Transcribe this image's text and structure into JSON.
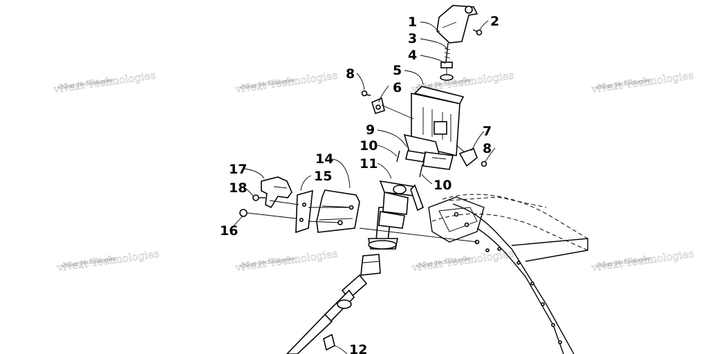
{
  "watermark": {
    "text": "vNext Technologies"
  },
  "callouts": {
    "c1": "1",
    "c2": "2",
    "c3": "3",
    "c4": "4",
    "c5": "5",
    "c6": "6",
    "c7": "7",
    "c8a": "8",
    "c8b": "8",
    "c9": "9",
    "c10a": "10",
    "c10b": "10",
    "c11": "11",
    "c12": "12",
    "c14": "14",
    "c15": "15",
    "c16": "16",
    "c17": "17",
    "c18": "18"
  }
}
